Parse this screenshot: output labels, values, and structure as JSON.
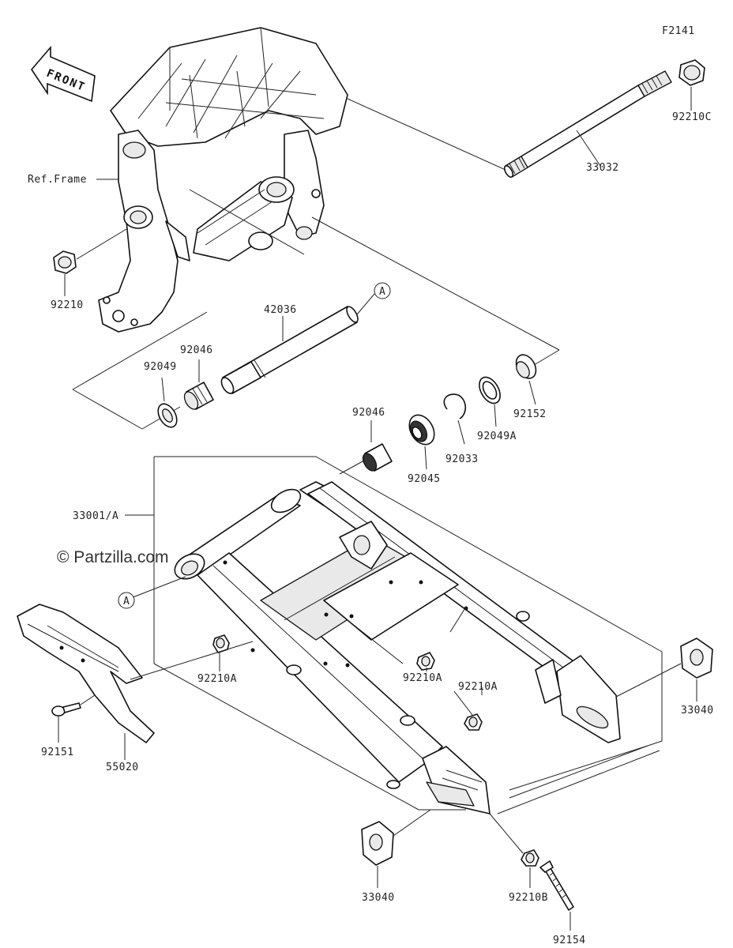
{
  "diagram_code": "F2141",
  "front_label": "FRONT",
  "ref_frame_label": "Ref.Frame",
  "watermark": "© Partzilla.com",
  "callout_a": "A",
  "parts": {
    "p33032": "33032",
    "p92210C": "92210C",
    "p92210": "92210",
    "p42036": "42036",
    "p92046_left": "92046",
    "p92049": "92049",
    "p92046_mid": "92046",
    "p92045": "92045",
    "p92033": "92033",
    "p92049A": "92049A",
    "p92152": "92152",
    "p33001A": "33001/A",
    "p92210A_1": "92210A",
    "p92210A_2": "92210A",
    "p92210A_3": "92210A",
    "p33040_right": "33040",
    "p33040_bottom": "33040",
    "p92151": "92151",
    "p55020": "55020",
    "p92210B": "92210B",
    "p92154": "92154"
  }
}
